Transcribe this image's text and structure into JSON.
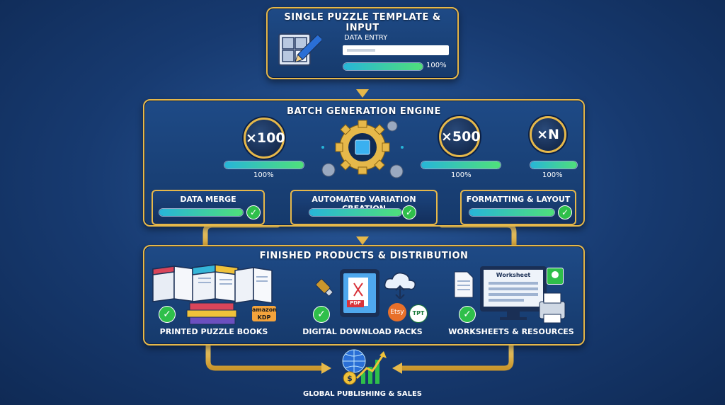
{
  "top": {
    "title": "SINGLE PUZZLE TEMPLATE & INPUT",
    "data_entry_label": "DATA ENTRY",
    "progress": 1.0,
    "progress_label": "100%",
    "icon": "puzzle-pencil-icon"
  },
  "engine": {
    "title": "BATCH GENERATION ENGINE",
    "badges": [
      {
        "label": "×100",
        "progress": 1.0,
        "progress_label": "100%"
      },
      {
        "label": "×500",
        "progress": 1.0,
        "progress_label": "100%"
      },
      {
        "label": "×N",
        "progress": 1.0,
        "progress_label": "100%"
      }
    ],
    "center_icon": "gear-chip-icon",
    "steps": [
      {
        "label": "DATA MERGE",
        "progress": 1.0
      },
      {
        "label": "AUTOMATED VARIATION CREATION",
        "progress": 1.0
      },
      {
        "label": "FORMATTING & LAYOUT",
        "progress": 1.0
      }
    ]
  },
  "products": {
    "title": "FINISHED PRODUCTS & DISTRIBUTION",
    "items": [
      {
        "label": "PRINTED PUZZLE BOOKS",
        "icon": "books-icon",
        "brand_text": "amazon KDP"
      },
      {
        "label": "DIGITAL DOWNLOAD PACKS",
        "icon": "tablet-pdf-icon",
        "pdf_text": "PDF",
        "brand_a": "Etsy",
        "brand_b": "TPT"
      },
      {
        "label": "WORKSHEETS & RESOURCES",
        "icon": "monitor-printer-icon",
        "screen_text": "Worksheet"
      }
    ]
  },
  "bottom": {
    "label": "GLOBAL PUBLISHING & SALES",
    "icon": "globe-growth-icon"
  },
  "colors": {
    "gold": "#e6b84a",
    "bg": "#173a70",
    "check": "#2fbf4a"
  }
}
